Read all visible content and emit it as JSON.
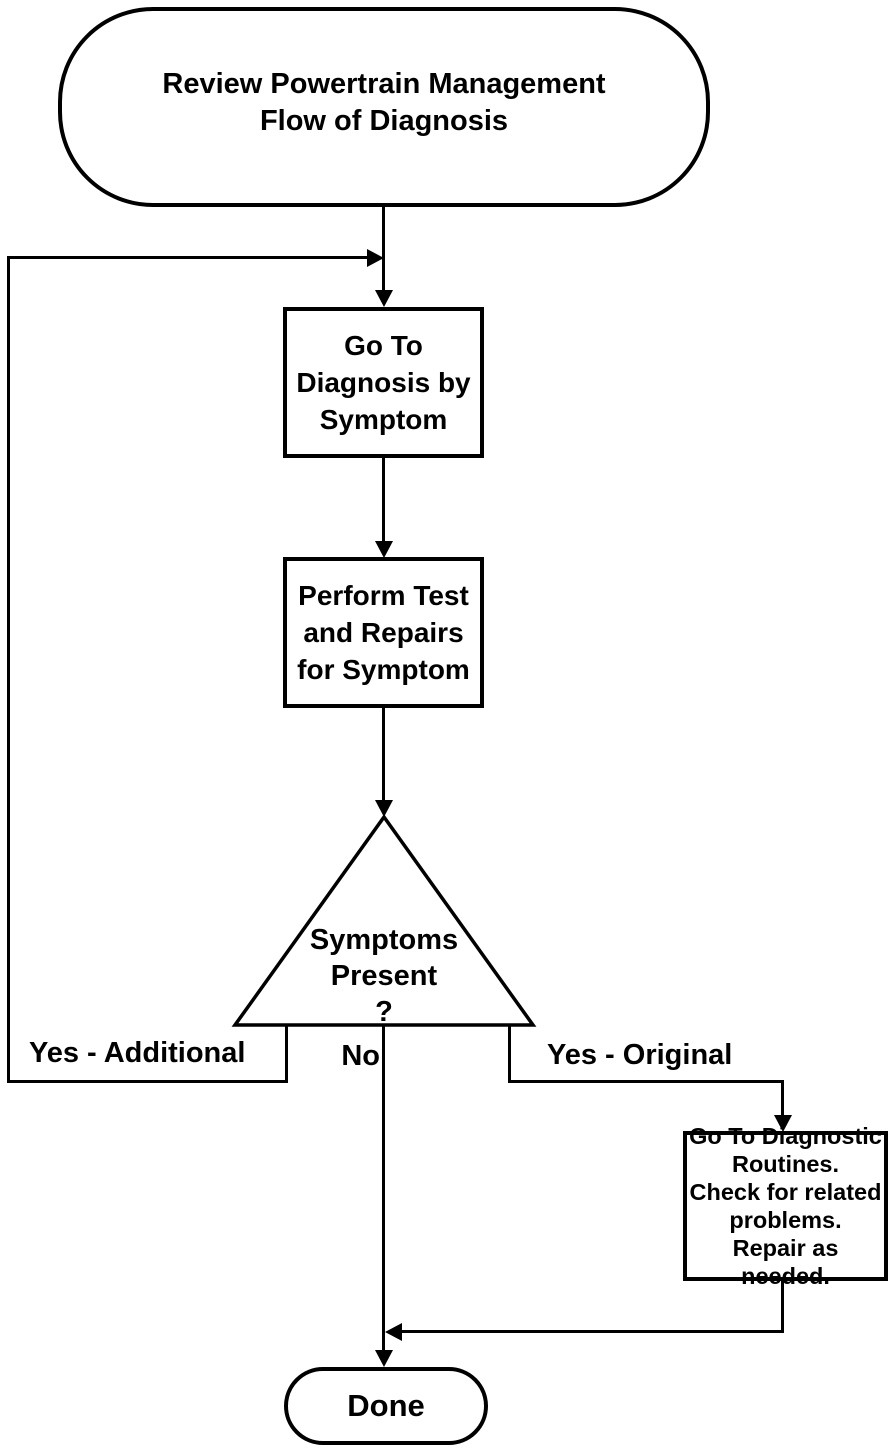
{
  "diagram": {
    "colors": {
      "line": "#000000",
      "background": "#ffffff",
      "text": "#000000",
      "node_fill": "#ffffff"
    },
    "nodes": {
      "start": {
        "type": "terminator",
        "label": "Review Powertrain Management\nFlow of Diagnosis"
      },
      "go_to_diagnosis": {
        "type": "process",
        "label": "Go To\nDiagnosis by\nSymptom"
      },
      "perform_test": {
        "type": "process",
        "label": "Perform Test\nand Repairs\nfor Symptom"
      },
      "symptoms_present": {
        "type": "decision",
        "label": "Symptoms\nPresent\n?"
      },
      "diagnostic_routines": {
        "type": "process",
        "label": "Go To Diagnostic\nRoutines.\nCheck for related\nproblems.\nRepair as needed."
      },
      "done": {
        "type": "terminator",
        "label": "Done"
      }
    },
    "edge_labels": {
      "yes_additional": "Yes - Additional",
      "no": "No",
      "yes_original": "Yes - Original"
    }
  }
}
